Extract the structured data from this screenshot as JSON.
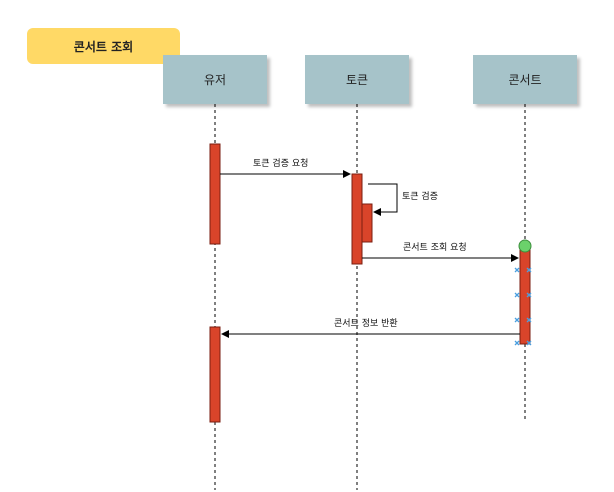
{
  "title": "콘서트 조회",
  "participants": {
    "user": "유저",
    "token": "토큰",
    "concert": "콘서트"
  },
  "messages": {
    "m1": "토큰 검증 요청",
    "m2": "토큰 검증",
    "m3": "콘서트 조회 요청",
    "m4": "콘서트 정보 반환"
  },
  "colors": {
    "title_fill": "#ffd966",
    "participant_fill": "#a6c3c9",
    "activation_fill": "#d9442a",
    "activation_stroke": "#7a1e10",
    "line": "#000000",
    "selection_handle": "#4a9fe0",
    "hover_dot": "#6bd16b"
  }
}
